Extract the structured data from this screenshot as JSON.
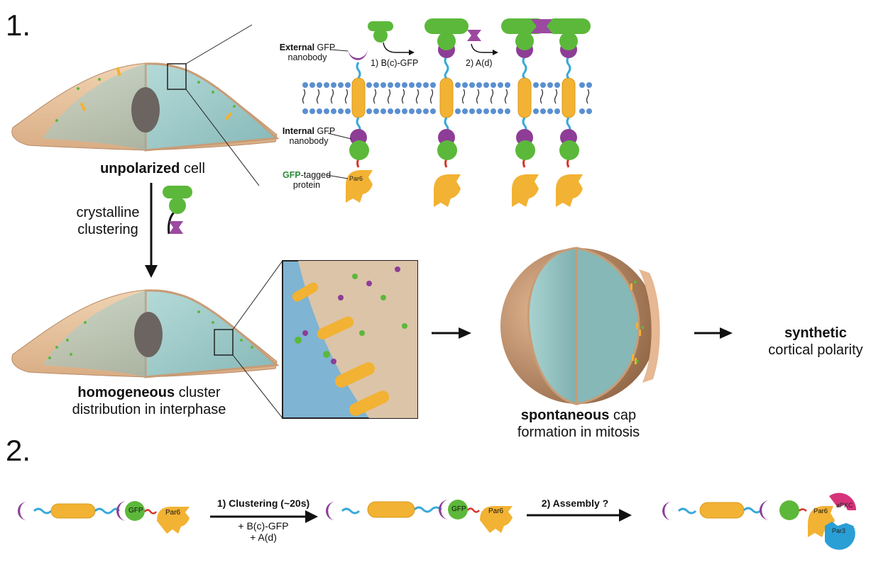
{
  "section1": {
    "number": "1.",
    "unpolarized": {
      "bold": "unpolarized",
      "rest": " cell"
    },
    "clustering": {
      "line1": "crystalline",
      "line2": "clustering"
    },
    "homogeneous": {
      "bold": "homogeneous",
      "rest": " cluster",
      "line2": "distribution in interphase"
    },
    "spontaneous": {
      "bold": "spontaneous",
      "rest": " cap",
      "line2": "formation in mitosis"
    },
    "synthetic": {
      "bold": "synthetic",
      "line2": "cortical polarity"
    },
    "membrane_inset": {
      "external": {
        "bold": "External",
        "rest": " GFP",
        "line2": "nanobody"
      },
      "internal": {
        "bold": "Internal",
        "rest": " GFP",
        "line2": "nanobody"
      },
      "gfp_tagged": {
        "bold": "GFP",
        "rest": "-tagged",
        "line2": "protein"
      },
      "step1": "1) B(c)-GFP",
      "step2": "2) A(d)",
      "par6": "Par6"
    }
  },
  "section2": {
    "number": "2.",
    "step1": {
      "title": "1) Clustering (~20s)",
      "line2": "+ B(c)-GFP",
      "line3": "+ A(d)"
    },
    "step2": {
      "title": "2) Assembly ?"
    },
    "labels": {
      "gfp": "GFP",
      "par6": "Par6",
      "apkc": "aPKC",
      "par3": "Par3"
    }
  },
  "colors": {
    "green": "#5cb83a",
    "purple": "#8e3d97",
    "magenta": "#9b4aa0",
    "orange": "#f2b233",
    "membrane_blue": "#5a8fd0",
    "linker_cyan": "#39a9d8",
    "linker_red": "#d5352b",
    "cell_skin": "#e8c39c",
    "cytoplasm": "#9cc8c8",
    "nucleus": "#6c6460",
    "apkc_pink": "#d6337a",
    "par3_blue": "#2a9fd6"
  }
}
